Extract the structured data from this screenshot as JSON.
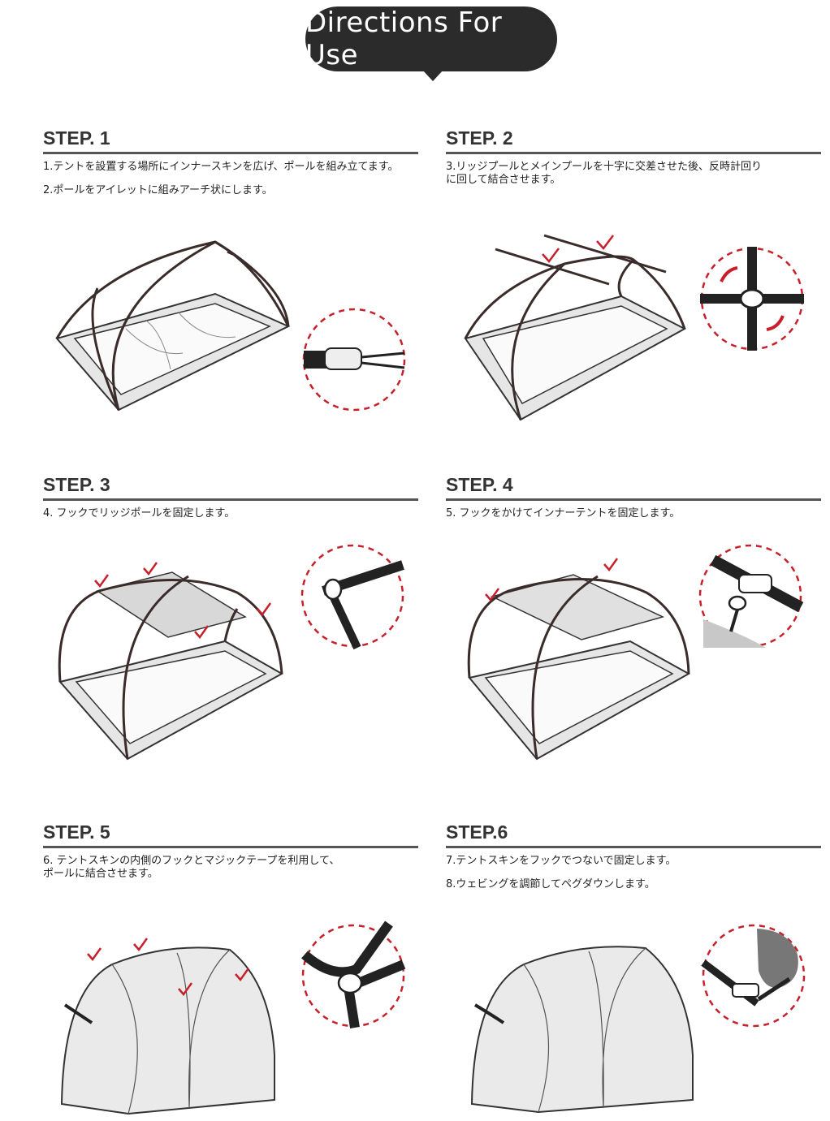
{
  "header": {
    "title": "Directions For Use"
  },
  "steps": [
    {
      "title": "STEP. 1",
      "instructions": [
        "1.テントを設置する場所にインナースキンを広げ、ポールを組み立てます。",
        "2.ポールをアイレットに組みアーチ状にします。"
      ]
    },
    {
      "title": "STEP. 2",
      "instructions": [
        "3.リッジプールとメインプールを十字に交差させた後、反時計回り\n  に回して結合させます。"
      ]
    },
    {
      "title": "STEP. 3",
      "instructions": [
        "4. フックでリッジポールを固定します。"
      ]
    },
    {
      "title": "STEP. 4",
      "instructions": [
        "5. フックをかけてインナーテントを固定します。"
      ]
    },
    {
      "title": "STEP. 5",
      "instructions": [
        "6. テントスキンの内側のフックとマジックテープを利用して、\n   ポールに結合させます。"
      ]
    },
    {
      "title": "STEP.6",
      "instructions": [
        "7.テントスキンをフックでつないで固定します。",
        "8.ウェビングを調節してペグダウンします。"
      ]
    }
  ],
  "colors": {
    "banner": "#2b2b2b",
    "accent_red": "#c8202b",
    "rule": "#555555",
    "floor": "#e6e6e6"
  }
}
